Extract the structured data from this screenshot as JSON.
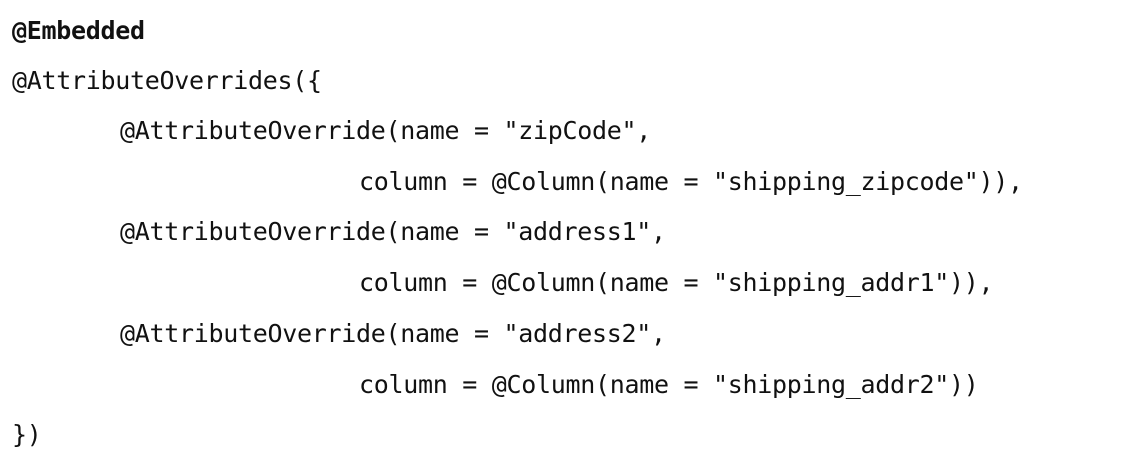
{
  "code": {
    "lines": [
      "@Embedded",
      "@AttributeOverrides({",
      "@AttributeOverride(name = \"zipCode\",",
      "column = @Column(name = \"shipping_zipcode\")),",
      "@AttributeOverride(name = \"address1\",",
      "column = @Column(name = \"shipping_addr1\")),",
      "@AttributeOverride(name = \"address2\",",
      "column = @Column(name = \"shipping_addr2\"))",
      "})"
    ]
  }
}
